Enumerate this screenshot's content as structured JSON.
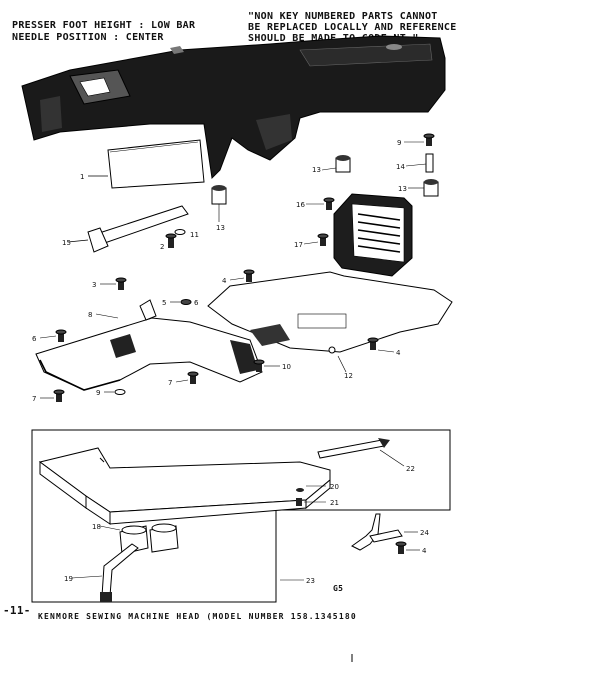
{
  "header": {
    "left_line1": "PRESSER FOOT HEIGHT : LOW BAR",
    "left_line2": "NEEDLE POSITION : CENTER",
    "note_line1": "\"NON KEY NUMBERED PARTS CANNOT",
    "note_line2": "BE REPLACED LOCALLY AND REFERENCE",
    "note_line3": "SHOULD BE MADE TO CODE NT.\""
  },
  "page_number": "-11-",
  "footer_title": "KENMORE SEWING MACHINE HEAD (MODEL NUMBER 158.1345180",
  "code_mark": "G5",
  "callouts": {
    "c1": "1",
    "c15": "15",
    "c2": "2",
    "c11": "11",
    "c13a": "13",
    "c13b": "13",
    "c13c": "13",
    "c9a": "9",
    "c14": "14",
    "c16": "16",
    "c17": "17",
    "c3": "3",
    "c4a": "4",
    "c5": "5",
    "c6a": "6",
    "c6b": "6",
    "c8": "8",
    "c12": "12",
    "c4b": "4",
    "c10": "10",
    "c7a": "7",
    "c7b": "7",
    "c9b": "9",
    "c22": "22",
    "c20": "20",
    "c21": "21",
    "c24": "24",
    "c4c": "4",
    "c18": "18",
    "c19": "19",
    "c23": "23"
  }
}
